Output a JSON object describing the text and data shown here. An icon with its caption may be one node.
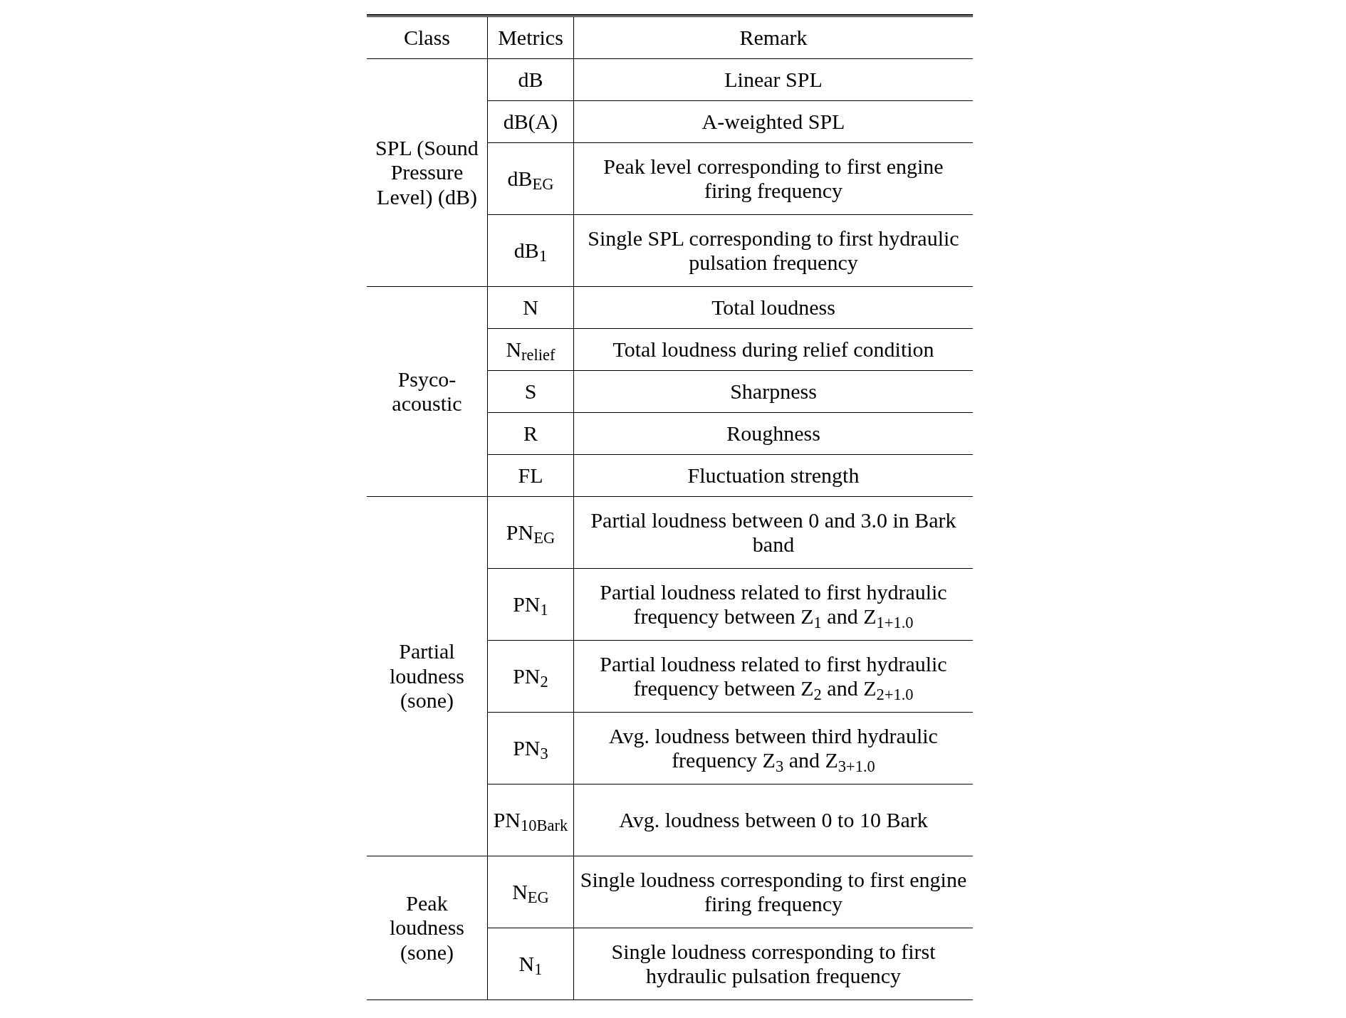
{
  "diagram": {
    "labels": [
      "Class",
      "Metrics",
      "Remark",
      "SPL (Sound Pressure Level) (dB)",
      "dB",
      "Linear SPL",
      "dB(A)",
      "A-weighted SPL",
      "dB$_{EG}$",
      "Peak level corresponding to first engine firing frequency",
      "dB$_{1}$",
      "Single SPL corresponding to first hydraulic pulsation frequency",
      "Psyco-acoustic",
      "N",
      "Total loudness",
      "N$_{relief}$",
      "Total loudness during relief condition",
      "S",
      "Sharpness",
      "R",
      "Roughness",
      "FL",
      "Fluctuation strength",
      "Partial loudness (sone)",
      "PN$_{EG}$",
      "Partial loudness between 0 and 3.0 in Bark band",
      "PN$_{1}$",
      "Partial loudness related to first hydraulic frequency between Z$_{1}$ and Z$_{1+1.0}$",
      "PN$_{2}$",
      "Partial loudness related to first hydraulic frequency between Z$_{2}$ and Z$_{2+1.0}$",
      "PN$_{3}$",
      "Avg. loudness between third hydraulic frequency Z$_{3}$ and Z$_{3+1.0}$",
      "PN$_{10Bark}$",
      "Avg. loudness between 0 to 10 Bark",
      "Peak loudness (sone)",
      "N$_{EG}$",
      "Single loudness corresponding to first engine firing frequency",
      "N$_{1}$",
      "Single loudness corresponding to first hydraulic pulsation frequency"
    ]
  }
}
